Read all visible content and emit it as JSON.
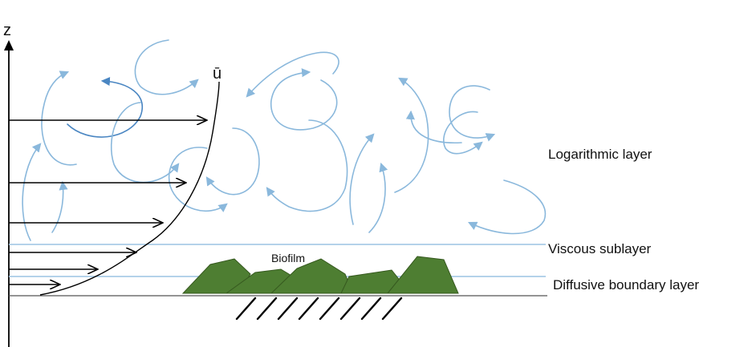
{
  "labels": {
    "axis_z": "z",
    "mean_velocity": "ū",
    "logarithmic_layer": "Logarithmic layer",
    "viscous_sublayer": "Viscous sublayer",
    "diffusive_boundary_layer": "Diffusive boundary layer",
    "biofilm": "Biofilm"
  },
  "colors": {
    "eddy": "#8ab8dc",
    "eddy_dark": "#4a86c2",
    "layer_line": "#9cc3e3",
    "biofilm": "#4e7e32",
    "biofilm_edge": "#36591f",
    "ink": "#000000"
  }
}
